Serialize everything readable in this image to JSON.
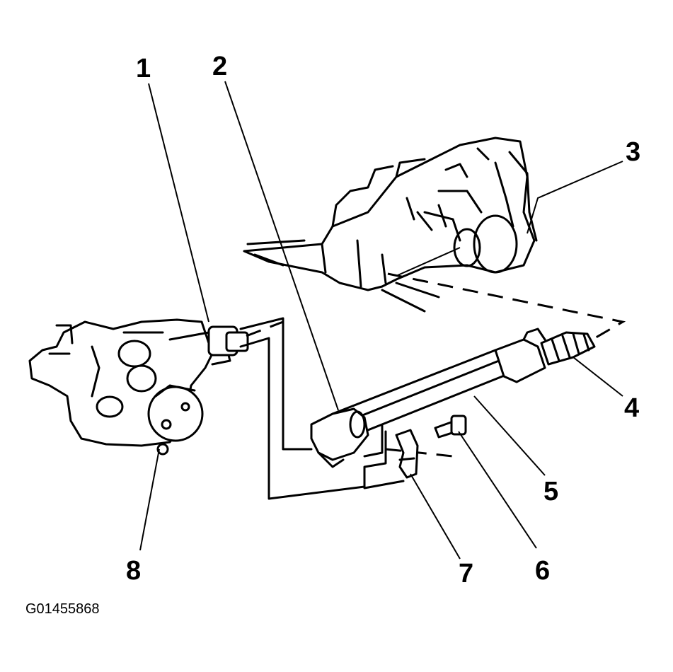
{
  "diagram": {
    "callouts": [
      {
        "id": "1",
        "label": "1"
      },
      {
        "id": "2",
        "label": "2"
      },
      {
        "id": "3",
        "label": "3"
      },
      {
        "id": "4",
        "label": "4"
      },
      {
        "id": "5",
        "label": "5"
      },
      {
        "id": "6",
        "label": "6"
      },
      {
        "id": "7",
        "label": "7"
      },
      {
        "id": "8",
        "label": "8"
      }
    ],
    "figure_id": "G01455868"
  }
}
